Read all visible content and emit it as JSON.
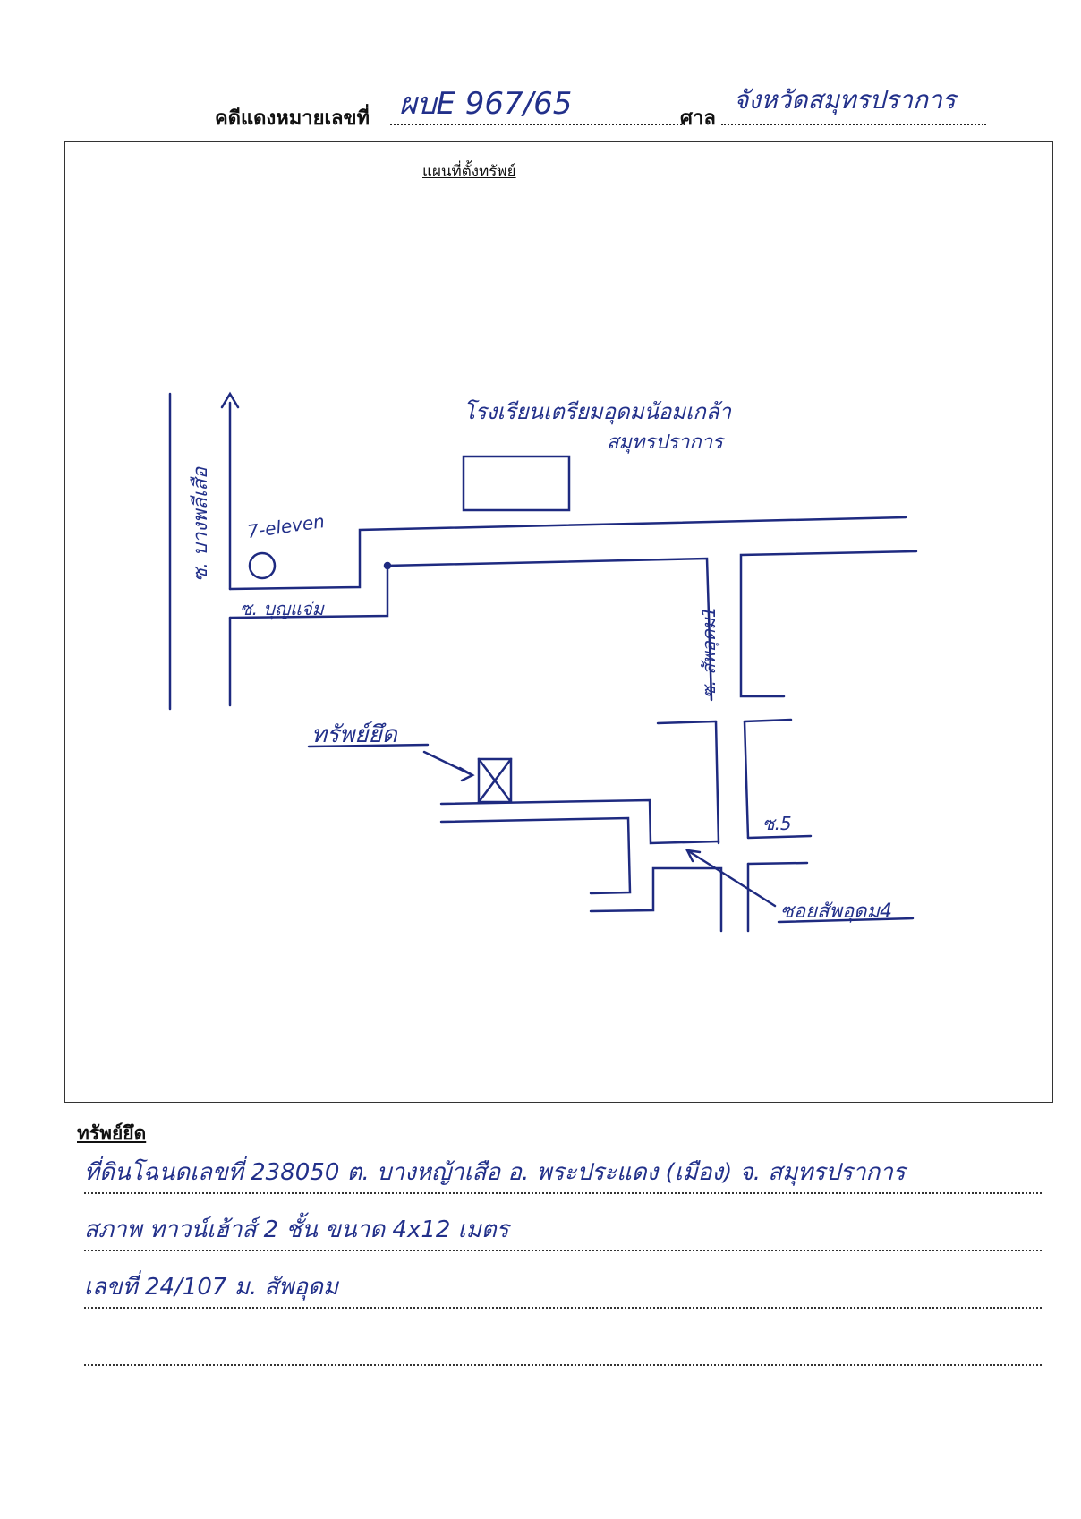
{
  "header": {
    "case_label": "คดีแดงหมายเลขที่",
    "case_value": "ผบE 967/65",
    "court_label": "ศาล",
    "court_value": "จังหวัดสมุทรปราการ"
  },
  "map": {
    "title": "แผนที่ตั้งทรัพย์",
    "labels": {
      "school": "โรงเรียนเตรียมอุดมน้อมเกล้า",
      "school_line2": "สมุทรปราการ",
      "road_bang_phli": "ซ. บางพลีเสือ",
      "seven_eleven": "7-eleven",
      "soi_bunchaem": "ซ. บุญแจ่ม",
      "soi_sap_udom_1": "ซ. สัพอุดม1",
      "seized_property": "ทรัพย์ยึด",
      "soi_5": "ซ.5",
      "soi_sap_udom_4": "ซอยสัพอุดม4"
    }
  },
  "seized": {
    "heading": "ทรัพย์ยึด",
    "lines": [
      "ที่ดินโฉนดเลขที่ 238050 ต. บางหญ้าเสือ อ. พระประแดง (เมือง) จ. สมุทรปราการ",
      "สภาพ ทาวน์เฮ้าส์ 2 ชั้น ขนาด 4x12 เมตร",
      "เลขที่ 24/107 ม. สัพอุดม",
      ""
    ]
  }
}
